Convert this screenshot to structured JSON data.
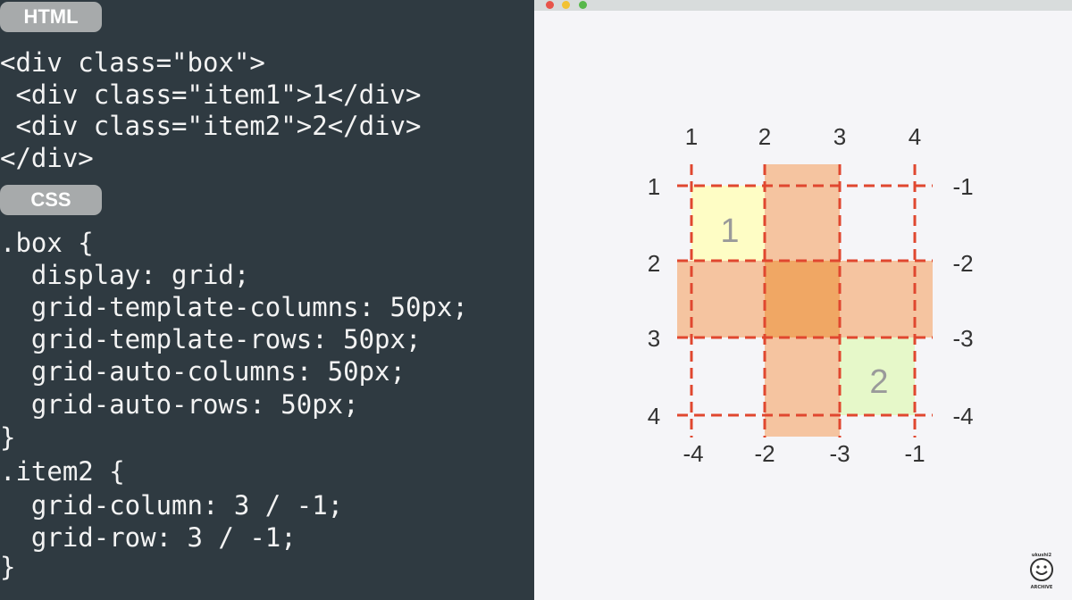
{
  "html_section": {
    "badge": "HTML",
    "lines": [
      "<div class=\"box\">",
      " <div class=\"item1\">1</div>",
      " <div class=\"item2\">2</div>",
      "</div>"
    ]
  },
  "css_section": {
    "badge": "CSS",
    "lines": [
      ".box {",
      "  display: grid;",
      "  grid-template-columns: 50px;",
      "  grid-template-rows: 50px;",
      "  grid-auto-columns: 50px;",
      "  grid-auto-rows: 50px;",
      "}",
      ".item2 {",
      "  grid-column: 3 / -1;",
      "  grid-row: 3 / -1;",
      "}"
    ]
  },
  "browser": {
    "dot_colors": [
      "#e8544a",
      "#f2c234",
      "#57b84a"
    ]
  },
  "diagram": {
    "col_labels_top": [
      "1",
      "2",
      "3",
      "4"
    ],
    "col_labels_bottom": [
      "-4",
      "-2",
      "-3",
      "-1"
    ],
    "row_labels_left": [
      "1",
      "2",
      "3",
      "4"
    ],
    "row_labels_right": [
      "-1",
      "-2",
      "-3",
      "-4"
    ],
    "item1_label": "1",
    "item2_label": "2",
    "colors": {
      "grid_line": "#e0472f",
      "auto_track": "#f5c4a0",
      "auto_overlap": "#f0a764",
      "item1_fill": "#fefdc5",
      "item2_fill": "#e6f8c9",
      "label": "#333333",
      "item_label": "#9a9a9a"
    }
  },
  "logo": {
    "top_text": "ukushi2",
    "bottom_text": "ARCHIVE"
  }
}
